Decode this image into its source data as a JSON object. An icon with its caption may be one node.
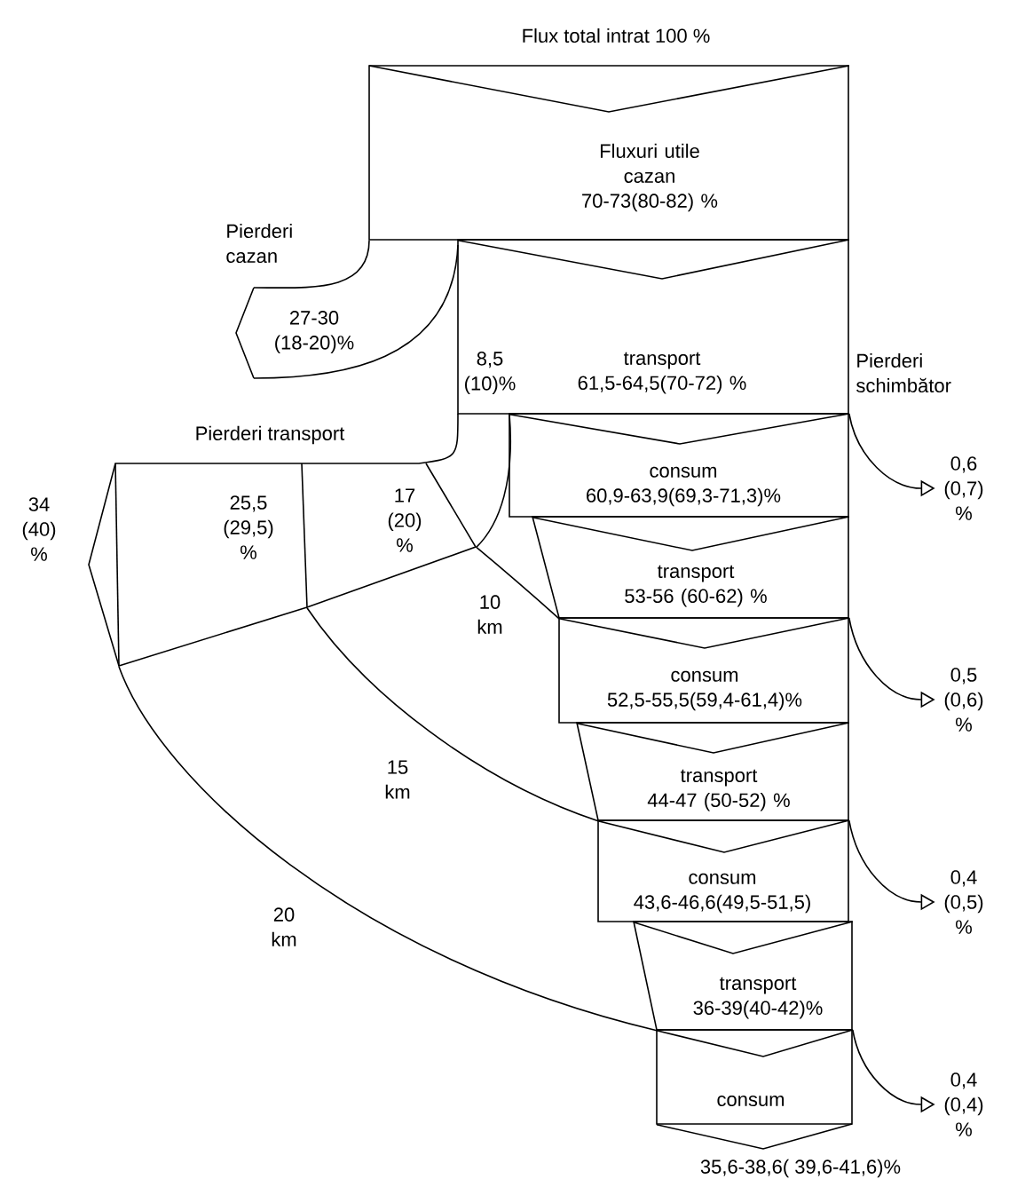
{
  "diagram": {
    "title": "Flux total intrat 100 %",
    "nodes": [
      {
        "text": [
          "Fluxuri utile cazan",
          "70-73(80-82) %"
        ]
      },
      {
        "text": [
          "Pierderi cazan",
          "27-30 (18-20)%"
        ]
      },
      {
        "text": [
          "transport",
          "61,5-64,5(70-72) %"
        ]
      },
      {
        "text": [
          "Pierderi transport",
          "34 (40) %",
          "25,5 (29,5) %",
          "17 (20) %"
        ]
      },
      {
        "text": [
          "consum",
          "60,9-63,9(69,3-71,3)%"
        ]
      },
      {
        "text": [
          "0,6 (0,7) %"
        ]
      },
      {
        "text": [
          "transport",
          "53-56 (60-62) %"
        ]
      },
      {
        "text": [
          "consum",
          "52,5-55,5(59,4-61,4)%"
        ]
      },
      {
        "text": [
          "0,5 (0,6) %"
        ]
      },
      {
        "text": [
          "transport",
          "44-47 (50-52) %"
        ]
      },
      {
        "text": [
          "consum",
          "43,6-46,6(49,5-51,5)"
        ]
      },
      {
        "text": [
          "0,4 (0,5) %"
        ]
      },
      {
        "text": [
          "transport",
          "36-39(40-42)%"
        ]
      },
      {
        "text": [
          "consum"
        ],
        "beside": [
          "35,6-38,6( 39,6-41,6)%"
        ]
      },
      {
        "text": [
          "0,4 (0,4) %"
        ]
      }
    ],
    "edges": [
      {
        "from": null,
        "to": 0,
        "arrow": "none"
      },
      {
        "from": 0,
        "to": 1,
        "arrow": "none"
      },
      {
        "from": 0,
        "to": 2,
        "arrow": "none"
      },
      {
        "from": 2,
        "to": 3,
        "arrow": "none"
      },
      {
        "from": 2,
        "to": 4,
        "arrow": "none"
      },
      {
        "from": 4,
        "to": 5,
        "arrow": "to"
      },
      {
        "from": 4,
        "to": 6,
        "arrow": "none"
      },
      {
        "from": 6,
        "to": 3,
        "arrow": "none",
        "label": "10 km"
      },
      {
        "from": 6,
        "to": 7,
        "arrow": "none"
      },
      {
        "from": 7,
        "to": 8,
        "arrow": "to"
      },
      {
        "from": 7,
        "to": 9,
        "arrow": "none"
      },
      {
        "from": 9,
        "to": 3,
        "arrow": "none",
        "label": "15 km"
      },
      {
        "from": 9,
        "to": 10,
        "arrow": "none"
      },
      {
        "from": 10,
        "to": 11,
        "arrow": "to"
      },
      {
        "from": 10,
        "to": 12,
        "arrow": "none"
      },
      {
        "from": 12,
        "to": 3,
        "arrow": "none",
        "label": "20 km"
      },
      {
        "from": 12,
        "to": 13,
        "arrow": "none"
      },
      {
        "from": 13,
        "to": 14,
        "arrow": "to"
      },
      {
        "from": 13,
        "to": null,
        "arrow": "none"
      }
    ],
    "labels": [
      "8,5 (10)%",
      "Pierderi schimbător"
    ]
  }
}
